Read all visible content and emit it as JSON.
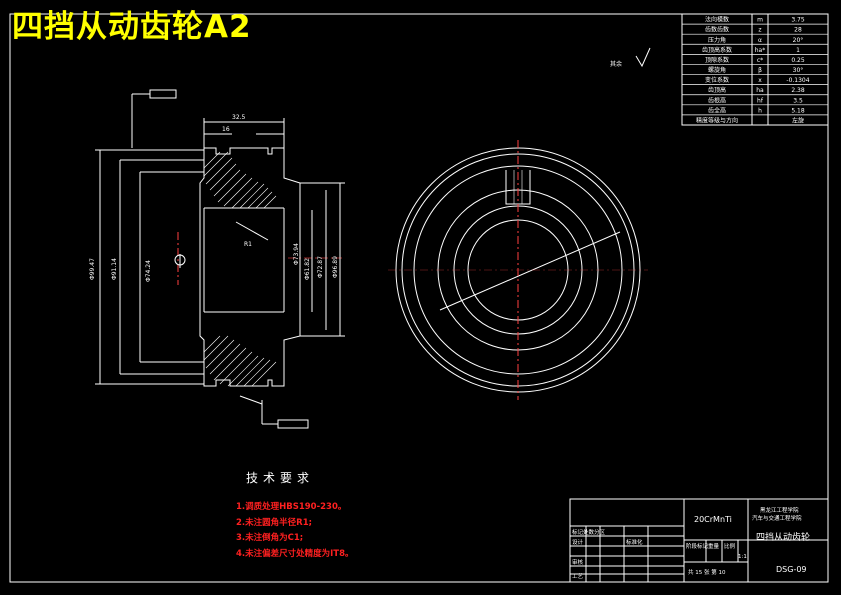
{
  "title": "四挡从动齿轮A2",
  "technical_requirements": {
    "heading": "技术要求",
    "items": [
      "1.调质处理HBS190-230。",
      "2.未注圆角半径R1;",
      "3.未注倒角为C1;",
      "4.未注偏差尺寸处精度为IT8。"
    ]
  },
  "roughness_note": "其余",
  "param_table": {
    "rows": [
      {
        "name": "法向模数",
        "sym": "m",
        "val": "3.75"
      },
      {
        "name": "齿数齿数",
        "sym": "z",
        "val": "28"
      },
      {
        "name": "压力角",
        "sym": "α",
        "val": "20°"
      },
      {
        "name": "齿顶高系数",
        "sym": "ha*",
        "val": "1"
      },
      {
        "name": "顶隙系数",
        "sym": "c*",
        "val": "0.25"
      },
      {
        "name": "螺旋角",
        "sym": "β",
        "val": "30°"
      },
      {
        "name": "变位系数",
        "sym": "x",
        "val": "-0.1304"
      },
      {
        "name": "齿顶高",
        "sym": "ha",
        "val": "2.38"
      },
      {
        "name": "齿根高",
        "sym": "hf",
        "val": "3.5"
      },
      {
        "name": "齿全高",
        "sym": "h",
        "val": "5.18"
      },
      {
        "name": "精度等级与方向",
        "sym": "",
        "val": "左旋"
      }
    ]
  },
  "title_block": {
    "material": "20CrMnTi",
    "school": "黑龙江工程学院",
    "school2": "汽车与交通工程学院",
    "part_name": "四挡从动齿轮",
    "drawing_no": "DSG-09",
    "scale_label": "比例",
    "scale": "1:1",
    "sheet_info": "共 15 张  第 10",
    "rows_left": [
      "标记处数分区",
      "设计",
      "审核",
      "工艺"
    ],
    "stage_label": "阶段标记",
    "weight_label": "重量",
    "std_label": "标准化"
  },
  "dimensions": {
    "width": "32.5",
    "d_outer": "Φ99.47",
    "d_root": "Φ91.14",
    "d_hub": "Φ74.24",
    "d_bore": "Φ73.94",
    "d1": "Φ61.82",
    "d2": "Φ72.87",
    "d3": "Φ96.89",
    "key": "16",
    "rad": "R1"
  }
}
